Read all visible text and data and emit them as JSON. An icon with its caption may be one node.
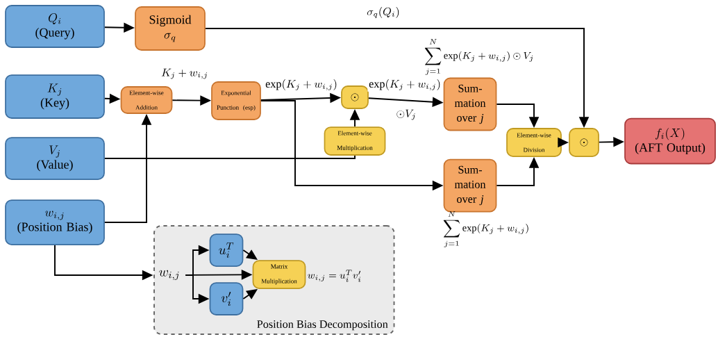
{
  "diagram": {
    "nodes": [
      {
        "text": [
          "Q_i",
          "(Query)"
        ]
      },
      {
        "text": [
          "Sigmoid",
          "\\sigma_q"
        ]
      },
      {
        "text": [
          "K_j",
          "(Key)"
        ]
      },
      {
        "text": [
          "Element-wise Addition"
        ]
      },
      {
        "text": [
          "Exponential Punction (esp)"
        ]
      },
      {
        "text": [
          "\\odot"
        ]
      },
      {
        "text": [
          "Element-wise Multiplication"
        ]
      },
      {
        "text": [
          "Sum- mation over *j*"
        ],
        "beside": [
          "\\sum_{j=1}^{N} \\exp(K_j + w_{i,j}) \\odot V_j"
        ]
      },
      {
        "text": [
          "Element-wise Division"
        ]
      },
      {
        "text": [
          "\\odot"
        ]
      },
      {
        "text": [
          "f_i(X)",
          "(AFT Output)"
        ]
      },
      {
        "text": [
          "V_j",
          "(Value)"
        ]
      },
      {
        "text": [
          "Sum- mation over *j*"
        ],
        "beside": [
          "\\sum_{j=1}^{N} \\exp(K_j + w_{i,j})"
        ]
      },
      {
        "text": [
          "w_{i,j}",
          "(Position Bias)"
        ]
      },
      {
        "text": [
          "Position Bias Decomposition"
        ]
      },
      {
        "text": [
          "w_{i,j}"
        ],
        "in": 14
      },
      {
        "text": [
          "u_i^T"
        ],
        "in": 14
      },
      {
        "text": [
          "v_i'"
        ],
        "in": 14
      },
      {
        "text": [
          "Matrix Multiplication"
        ],
        "in": 14,
        "beside": [
          "w_{i,j} = u_i^T v_i'"
        ]
      }
    ],
    "edges": [
      {
        "from": 0,
        "to": 1,
        "arrow": "to"
      },
      {
        "from": 1,
        "to": 9,
        "arrow": "to",
        "label": "\\sigma_q(Q_i)"
      },
      {
        "from": 2,
        "to": 3,
        "arrow": "to"
      },
      {
        "from": 13,
        "to": 3,
        "arrow": "to"
      },
      {
        "from": 3,
        "to": 4,
        "arrow": "to",
        "label": "K_j + w_{i,j}"
      },
      {
        "from": 4,
        "to": 5,
        "arrow": "to",
        "label": "\\exp(K_j + w_{i,j})"
      },
      {
        "from": 4,
        "to": 12,
        "arrow": "to"
      },
      {
        "from": 11,
        "to": 6,
        "arrow": "none"
      },
      {
        "from": 6,
        "to": 5,
        "arrow": "to"
      },
      {
        "from": 5,
        "to": 7,
        "arrow": "to",
        "label": "\\exp(K_j + w_{i,j})"
      },
      {
        "from": 7,
        "to": 8,
        "arrow": "to"
      },
      {
        "from": 12,
        "to": 8,
        "arrow": "to"
      },
      {
        "from": 8,
        "to": 9,
        "arrow": "to"
      },
      {
        "from": 9,
        "to": 10,
        "arrow": "to"
      },
      {
        "from": 13,
        "to": 15,
        "arrow": "to"
      },
      {
        "from": 15,
        "to": 16,
        "arrow": "to"
      },
      {
        "from": 15,
        "to": 17,
        "arrow": "to"
      },
      {
        "from": 15,
        "to": 18,
        "arrow": "to"
      },
      {
        "from": 16,
        "to": 18,
        "arrow": "to"
      },
      {
        "from": 17,
        "to": 18,
        "arrow": "to"
      }
    ],
    "labels": [
      "\\odot V_j"
    ]
  }
}
